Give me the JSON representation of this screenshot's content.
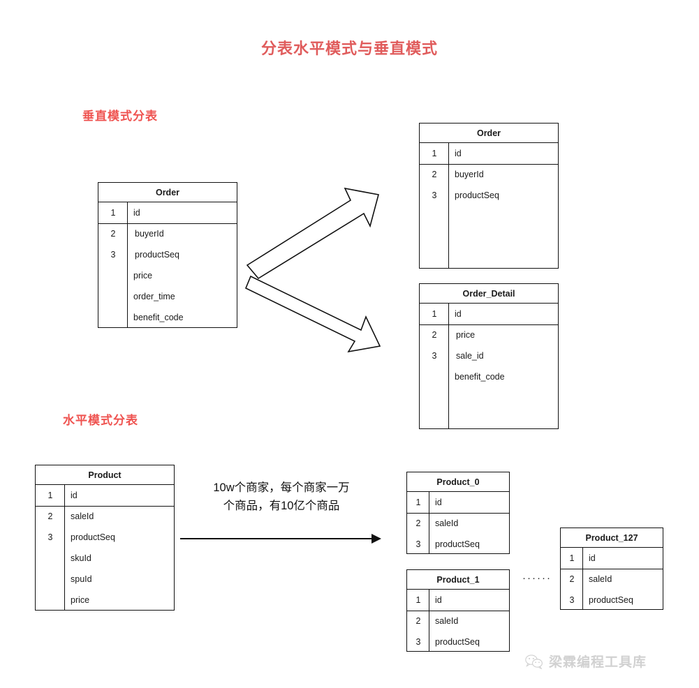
{
  "title": "分表水平模式与垂直模式",
  "colors": {
    "title_red": "#e05c5c",
    "label_red": "#ef5350",
    "line_black": "#111111",
    "watermark_gray": "#c9c9c9"
  },
  "sections": {
    "vertical": {
      "label": "垂直模式分表",
      "source_table": {
        "name": "Order",
        "rows": [
          {
            "num": "1",
            "field": "id"
          },
          {
            "num": "2",
            "field": "buyerId"
          },
          {
            "num": "3",
            "field": "productSeq"
          },
          {
            "num": "",
            "field": "price"
          },
          {
            "num": "",
            "field": "order_time"
          },
          {
            "num": "",
            "field": "benefit_code"
          }
        ]
      },
      "target_tables": [
        {
          "name": "Order",
          "rows": [
            {
              "num": "1",
              "field": "id"
            },
            {
              "num": "2",
              "field": "buyerId"
            },
            {
              "num": "3",
              "field": "productSeq"
            }
          ]
        },
        {
          "name": "Order_Detail",
          "rows": [
            {
              "num": "1",
              "field": "id"
            },
            {
              "num": "2",
              "field": "price"
            },
            {
              "num": "3",
              "field": "sale_id"
            },
            {
              "num": "",
              "field": "benefit_code"
            }
          ]
        }
      ]
    },
    "horizontal": {
      "label": "水平模式分表",
      "annotation_line1": "10w个商家，每个商家一万",
      "annotation_line2": "个商品，有10亿个商品",
      "ellipsis": "······",
      "source_table": {
        "name": "Product",
        "rows": [
          {
            "num": "1",
            "field": "id"
          },
          {
            "num": "2",
            "field": "saleId"
          },
          {
            "num": "3",
            "field": "productSeq"
          },
          {
            "num": "",
            "field": "skuId"
          },
          {
            "num": "",
            "field": "spuId"
          },
          {
            "num": "",
            "field": "price"
          }
        ]
      },
      "shards": [
        {
          "name": "Product_0",
          "rows": [
            {
              "num": "1",
              "field": "id"
            },
            {
              "num": "2",
              "field": "saleId"
            },
            {
              "num": "3",
              "field": "productSeq"
            }
          ]
        },
        {
          "name": "Product_1",
          "rows": [
            {
              "num": "1",
              "field": "id"
            },
            {
              "num": "2",
              "field": "saleId"
            },
            {
              "num": "3",
              "field": "productSeq"
            }
          ]
        },
        {
          "name": "Product_127",
          "rows": [
            {
              "num": "1",
              "field": "id"
            },
            {
              "num": "2",
              "field": "saleId"
            },
            {
              "num": "3",
              "field": "productSeq"
            }
          ]
        }
      ]
    }
  },
  "watermark": {
    "icon": "wechat-icon",
    "text": "梁霖编程工具库"
  }
}
